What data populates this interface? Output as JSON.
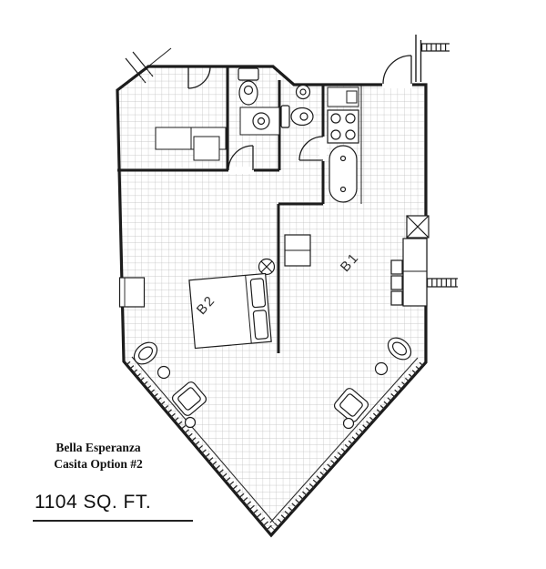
{
  "plan": {
    "room_b1_label": "B1",
    "room_b2_label": "B2"
  },
  "title": {
    "line1": "Bella Esperanza",
    "line2": "Casita Option #2"
  },
  "area_label": "1104 SQ. FT.",
  "colors": {
    "ink": "#1c1c1c",
    "grid": "#bdbdbd",
    "background": "#ffffff"
  }
}
